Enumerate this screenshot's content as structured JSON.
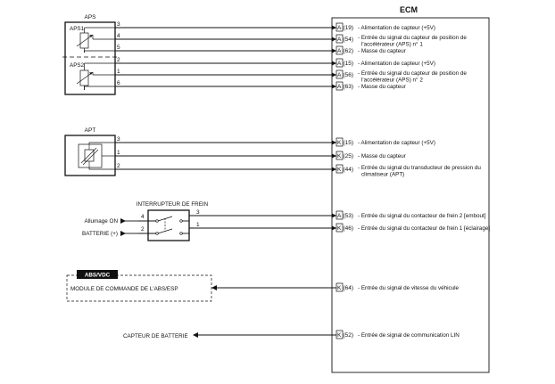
{
  "ecm": {
    "title": "ECM",
    "pins": [
      {
        "conn": "A",
        "num": "(19)",
        "desc": [
          "- Alimentation de capteur (+5V)"
        ]
      },
      {
        "conn": "A",
        "num": "(54)",
        "desc": [
          "- Entrée du signal du capteur de position de",
          "l'accélérateur (APS) n° 1"
        ]
      },
      {
        "conn": "A",
        "num": "(62)",
        "desc": [
          "- Masse du capteur"
        ]
      },
      {
        "conn": "A",
        "num": "(15)",
        "desc": [
          "- Alimentation de capteur (+5V)"
        ]
      },
      {
        "conn": "A",
        "num": "(56)",
        "desc": [
          "- Entrée du signal du capteur de position de",
          "l'accélérateur (APS) n° 2"
        ]
      },
      {
        "conn": "A",
        "num": "(63)",
        "desc": [
          "- Masse du capteur"
        ]
      },
      {
        "conn": "K",
        "num": "(15)",
        "desc": [
          "- Alimentation de capteur (+5V)"
        ]
      },
      {
        "conn": "K",
        "num": "(25)",
        "desc": [
          "- Masse du capteur"
        ]
      },
      {
        "conn": "K",
        "num": "(44)",
        "desc": [
          "- Entrée du signal du transducteur de pression du",
          "climatiseur (APT)"
        ]
      },
      {
        "conn": "A",
        "num": "(53)",
        "desc": [
          "- Entrée du signal du contacteur de frein 2 [embout]"
        ]
      },
      {
        "conn": "K",
        "num": "(46)",
        "desc": [
          "- Entrée du signal du contacteur de frein 1 [éclairage]"
        ]
      },
      {
        "conn": "K",
        "num": "(64)",
        "desc": [
          "- Entrée du signal de vitesse du véhicule"
        ]
      },
      {
        "conn": "K",
        "num": "(52)",
        "desc": [
          "- Entrée de signal de communication LIN"
        ]
      }
    ]
  },
  "aps": {
    "title": "APS",
    "sensor1": "APS1",
    "sensor2": "APS2",
    "wires": [
      "3",
      "4",
      "5",
      "2",
      "1",
      "6"
    ]
  },
  "apt": {
    "title": "APT",
    "wires": [
      "3",
      "1",
      "2"
    ]
  },
  "brake_switch": {
    "title": "INTERRUPTEUR DE FREIN",
    "left_pins": [
      "4",
      "2"
    ],
    "right_pins": [
      "3",
      "1"
    ],
    "outputs": [
      "Allumage ON",
      "BATTERIE (+)"
    ]
  },
  "abs": {
    "badge": "ABS/VDC",
    "module": "MODULE DE COMMANDE DE L'ABS/ESP"
  },
  "battery_sensor": {
    "label": "CAPTEUR DE BATTERIE"
  }
}
